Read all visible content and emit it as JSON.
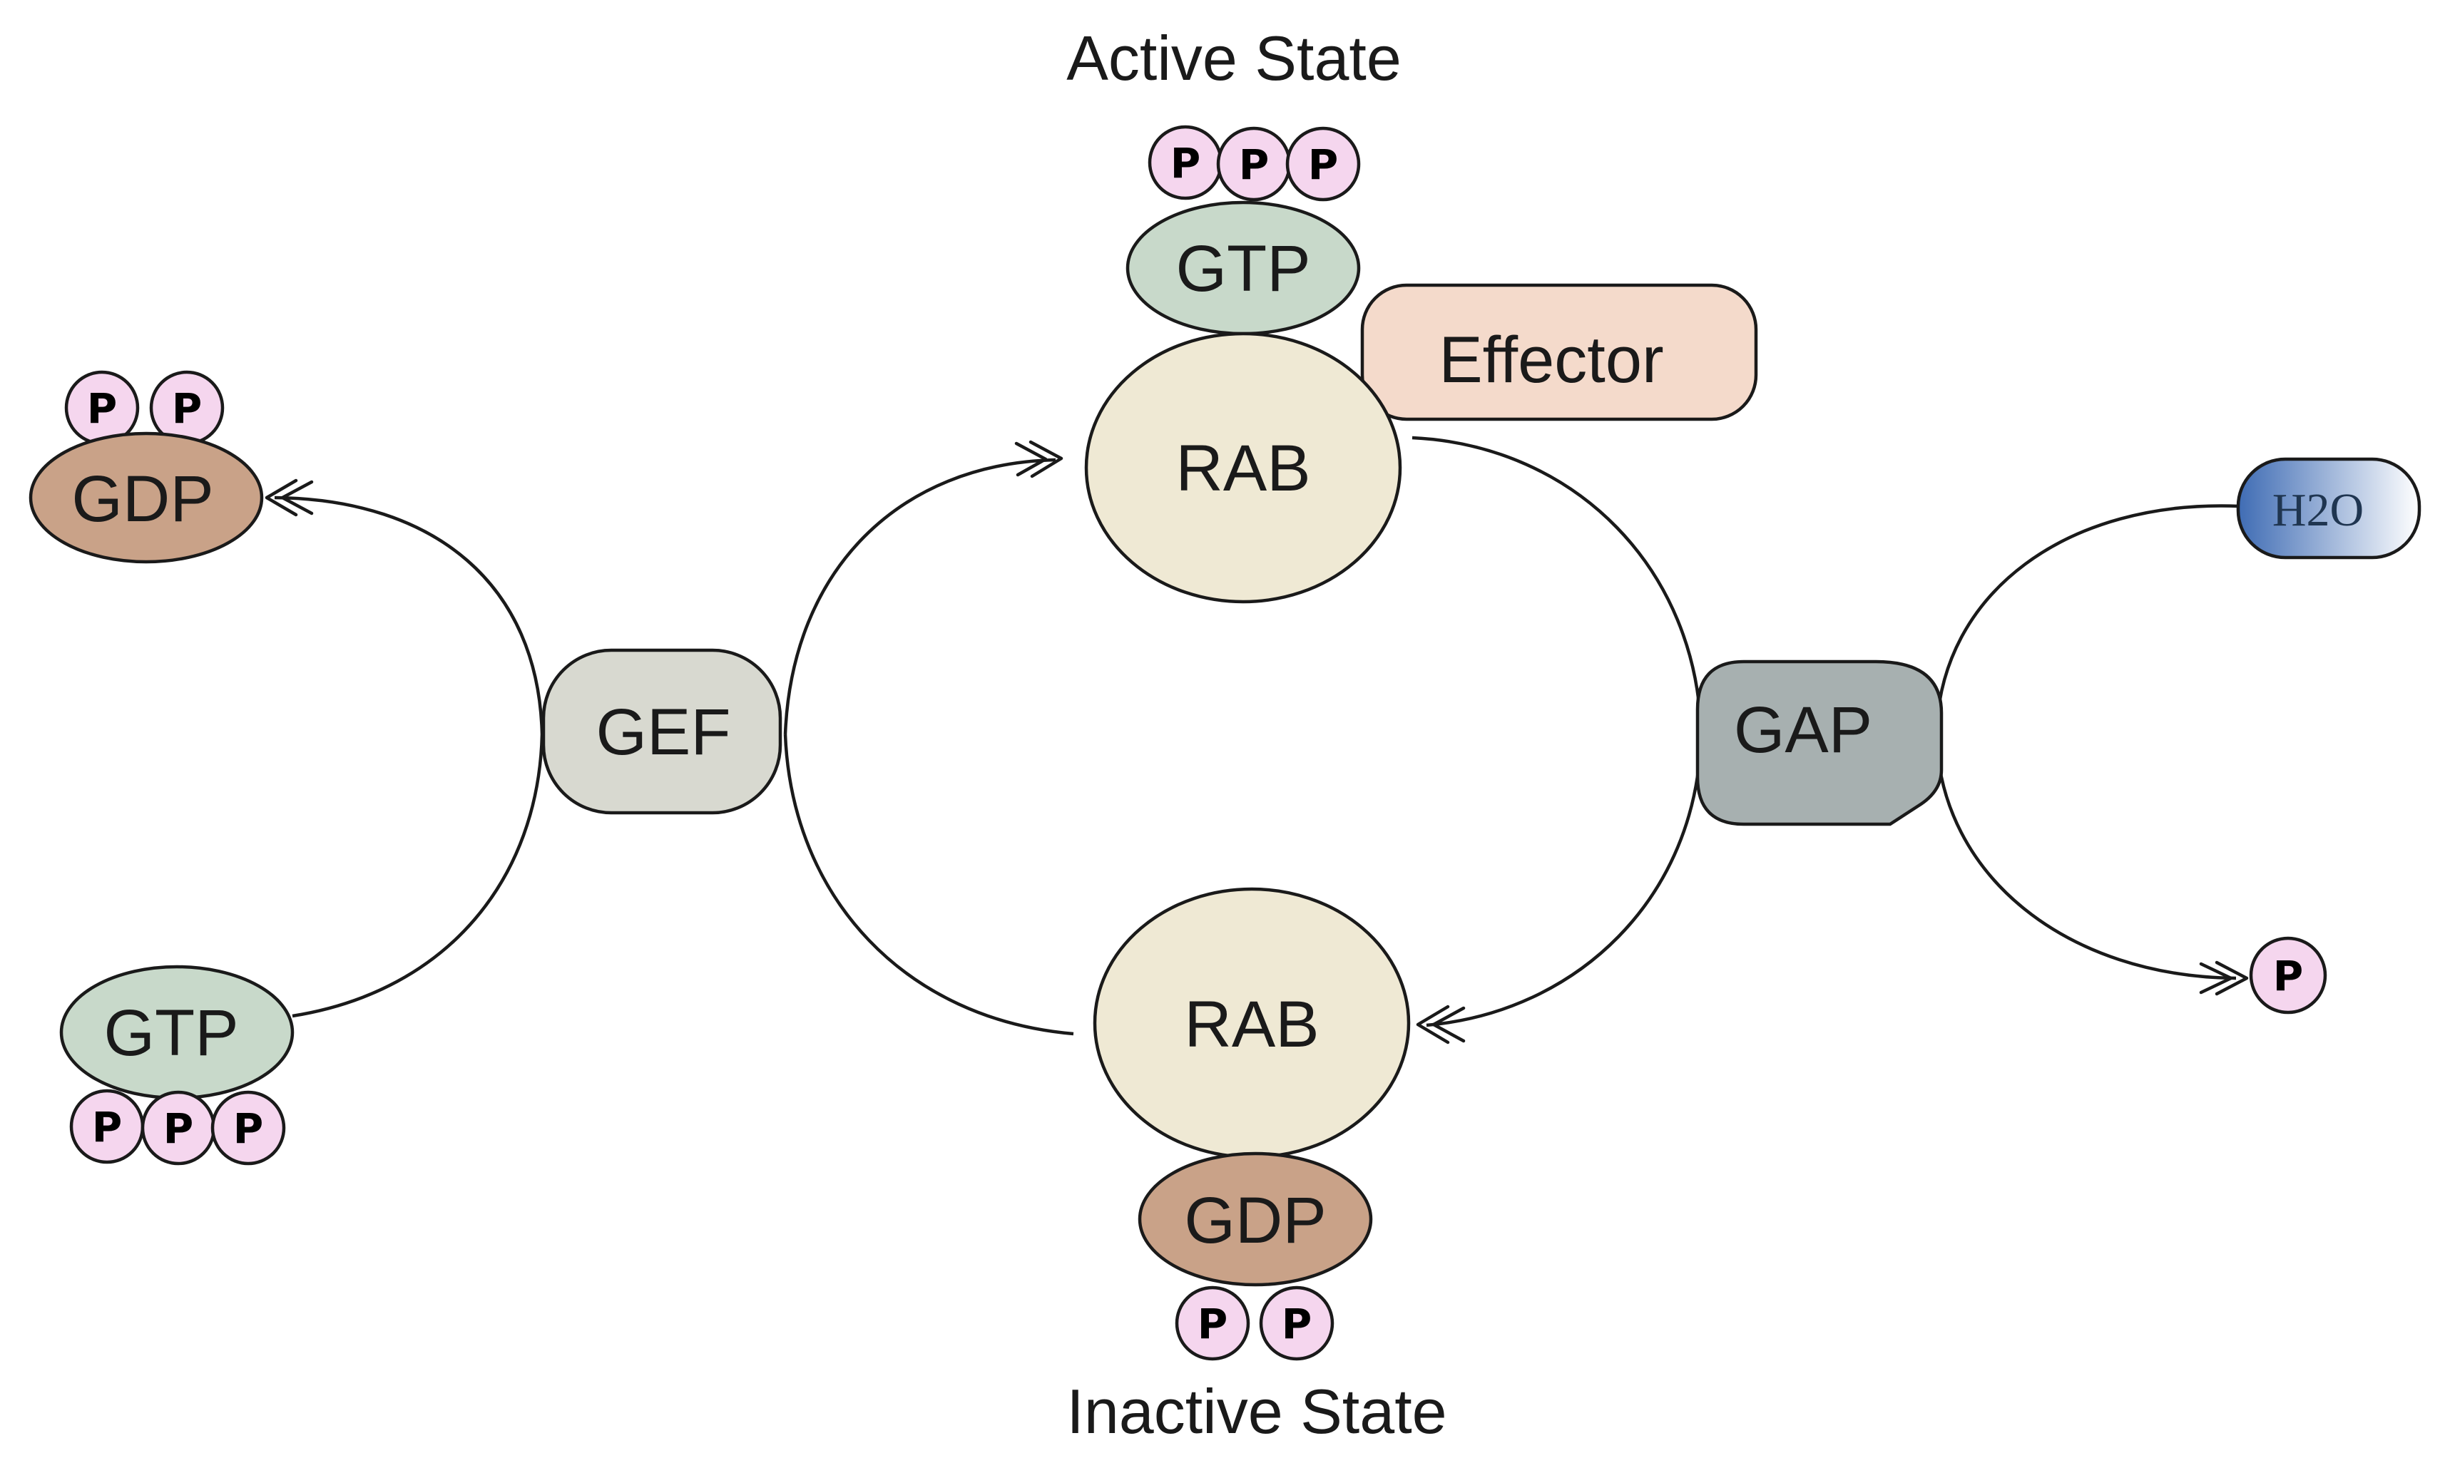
{
  "title_active": "Active State",
  "title_inactive": "Inactive State",
  "nodes": {
    "rab_active": "RAB",
    "rab_inactive": "RAB",
    "gtp_active": "GTP",
    "gdp_inactive": "GDP",
    "effector": "Effector",
    "gef": "GEF",
    "gap": "GAP",
    "gdp_released": "GDP",
    "gtp_incoming": "GTP",
    "h2o": "H2O",
    "phosphate": "P"
  },
  "colors": {
    "rab_fill": "#efe9d4",
    "gtp_fill": "#c8d9ca",
    "gdp_fill": "#c9a288",
    "effector_fill": "#f4dacb",
    "gef_fill": "#d8d9d0",
    "gap_fill": "#a7b0b0",
    "phosphate_fill": "#f5d6ee",
    "h2o_fill_dark": "#3f6cb4",
    "h2o_fill_light": "#ffffff",
    "line": "#1a1a1a"
  }
}
